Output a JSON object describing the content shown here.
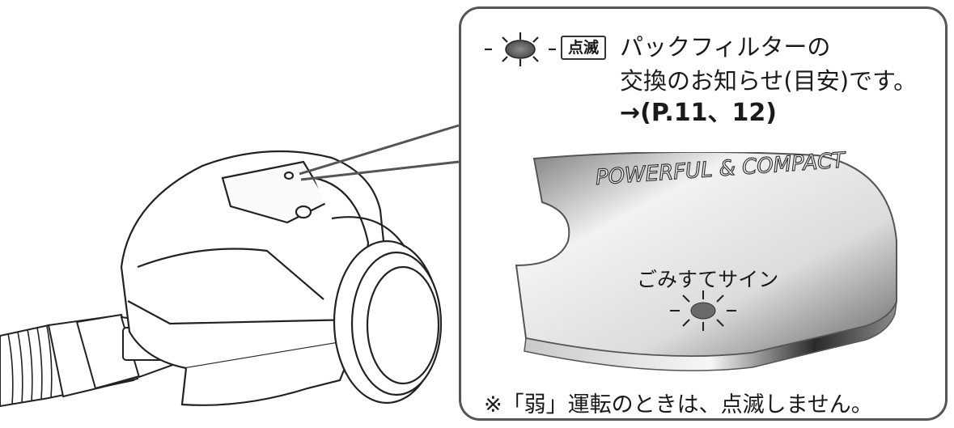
{
  "callout": {
    "blink_badge": "点滅",
    "message_line1": "パックフィルターの",
    "message_line2": "交換のお知らせ(目安)です。",
    "message_line3": "→(P.11、12)"
  },
  "panel": {
    "brand_text": "POWERFUL & COMPACT",
    "indicator_label": "ごみすてサイン"
  },
  "note": "※「弱」運転のときは、点滅しません。",
  "colors": {
    "outline": "#555555",
    "indicator_lamp": "#6b6b6b",
    "panel_dark": "#4a4a4a",
    "panel_light": "#e8e8e8"
  },
  "icons": [
    "blinking-lamp-icon"
  ]
}
